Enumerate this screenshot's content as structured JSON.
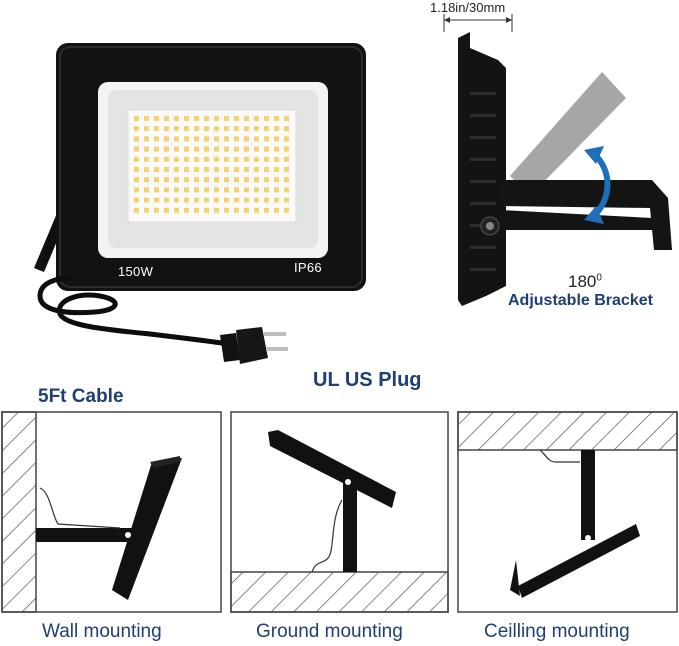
{
  "product": {
    "power_label": "150W",
    "rating_label": "IP66",
    "cable_label": "5Ft Cable",
    "plug_label": "UL US Plug"
  },
  "bracket": {
    "thickness_label": "1.18in/30mm",
    "angle_label": "180",
    "angle_degree_mark": "0",
    "bracket_label": "Adjustable Bracket"
  },
  "mounting": [
    {
      "label": "Wall mounting"
    },
    {
      "label": "Ground mounting"
    },
    {
      "label": "Ceilling mounting"
    }
  ],
  "colors": {
    "housing": "#111111",
    "lens_frame": "#f1f1f1",
    "led": "#f3d36b",
    "arrow": "#1e6fb8",
    "label_blue": "#1f3f73",
    "bracket_gray": "#a6a6a6"
  }
}
